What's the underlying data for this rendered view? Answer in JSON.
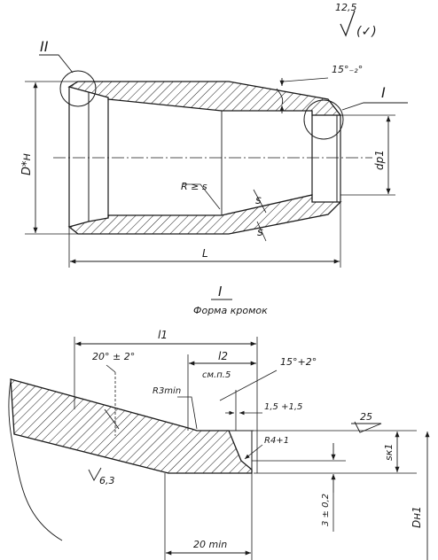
{
  "roughness": {
    "value": "12,5",
    "mark": "(✓)"
  },
  "top_view": {
    "detail_II": "II",
    "detail_I": "I",
    "taper_angle": "15°₋₂°",
    "dim_Dh": "D*н",
    "dim_dp1": "dр1",
    "radius_note": "R ≥ s",
    "thickness_s": "s",
    "length_L": "L"
  },
  "detail": {
    "title_num": "I",
    "title_text": "Форма кромок",
    "l1": "l1",
    "l2": "l2",
    "see_note": "см.п.5",
    "angle_20": "20° ± 2°",
    "angle_15": "15°+2°",
    "r3min": "R3min",
    "dim_15": "1,5 +1,5",
    "r4": "R4+1",
    "roughness_25": "25",
    "roughness_63": "6,3",
    "s_k1": "sк1",
    "dim_3": "3 ± 0,2",
    "min_20": "20 min",
    "dim_Dh1": "Dн1"
  }
}
